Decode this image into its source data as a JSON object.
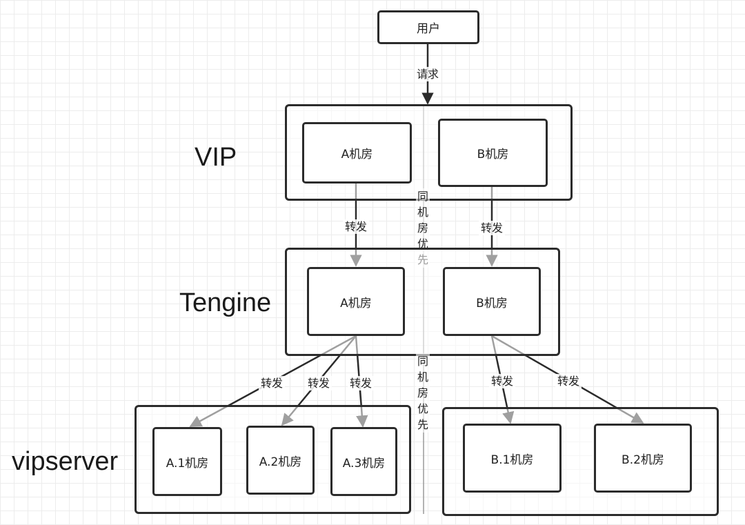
{
  "user": {
    "label": "用户"
  },
  "request_label": "请求",
  "layers": {
    "vip": {
      "title": "VIP",
      "a": "A机房",
      "b": "B机房"
    },
    "tengine": {
      "title": "Tengine",
      "a": "A机房",
      "b": "B机房"
    },
    "vipserver": {
      "title": "vipserver",
      "a_nodes": [
        "A.1机房",
        "A.2机房",
        "A.3机房"
      ],
      "b_nodes": [
        "B.1机房",
        "B.2机房"
      ]
    }
  },
  "forward_label": "转发",
  "same_room_priority": "同机房优先",
  "colors": {
    "stroke": "#2b2b2b",
    "divider": "#9a9a9a",
    "grid": "#ececec"
  }
}
